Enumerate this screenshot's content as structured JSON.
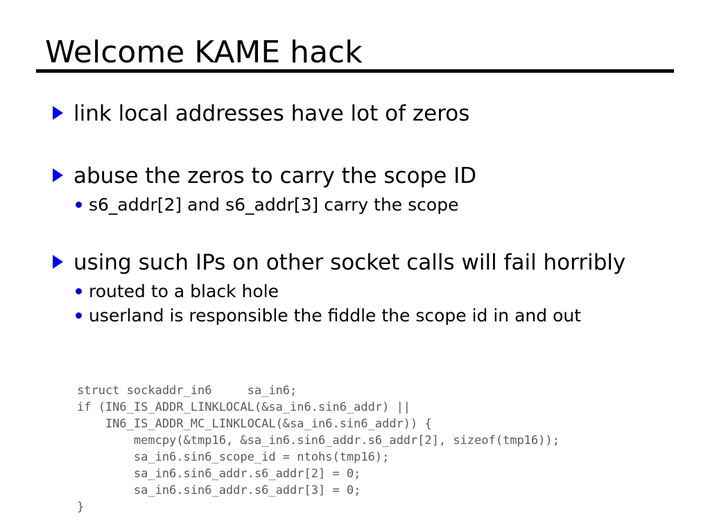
{
  "slide": {
    "title": "Welcome KAME hack",
    "bullets": [
      {
        "level": 1,
        "text": "link local addresses have lot of zeros",
        "marker": "triangle-right-icon"
      },
      {
        "level": 1,
        "text": "abuse the zeros to carry the scope ID",
        "marker": "triangle-right-icon"
      },
      {
        "level": 2,
        "text": "s6_addr[2] and s6_addr[3] carry the scope",
        "marker": "dot-icon"
      },
      {
        "level": 1,
        "text": "using such IPs on other socket calls will fail horribly",
        "marker": "triangle-right-icon"
      },
      {
        "level": 2,
        "text": "routed to a black hole",
        "marker": "dot-icon"
      },
      {
        "level": 2,
        "text": "userland is responsible the fiddle the scope id in and out",
        "marker": "dot-icon"
      }
    ],
    "code": {
      "language": "c",
      "lines": [
        "struct sockaddr_in6     sa_in6;",
        "if (IN6_IS_ADDR_LINKLOCAL(&sa_in6.sin6_addr) ||",
        "    IN6_IS_ADDR_MC_LINKLOCAL(&sa_in6.sin6_addr)) {",
        "        memcpy(&tmp16, &sa_in6.sin6_addr.s6_addr[2], sizeof(tmp16));",
        "        sa_in6.sin6_scope_id = ntohs(tmp16);",
        "        sa_in6.sin6_addr.s6_addr[2] = 0;",
        "        sa_in6.sin6_addr.s6_addr[3] = 0;",
        "}"
      ]
    },
    "colors": {
      "background": "#ffffff",
      "text": "#000000",
      "bullet_marker": "#0000cc",
      "rule": "#000000",
      "code_text": "#5a5a5a"
    }
  }
}
